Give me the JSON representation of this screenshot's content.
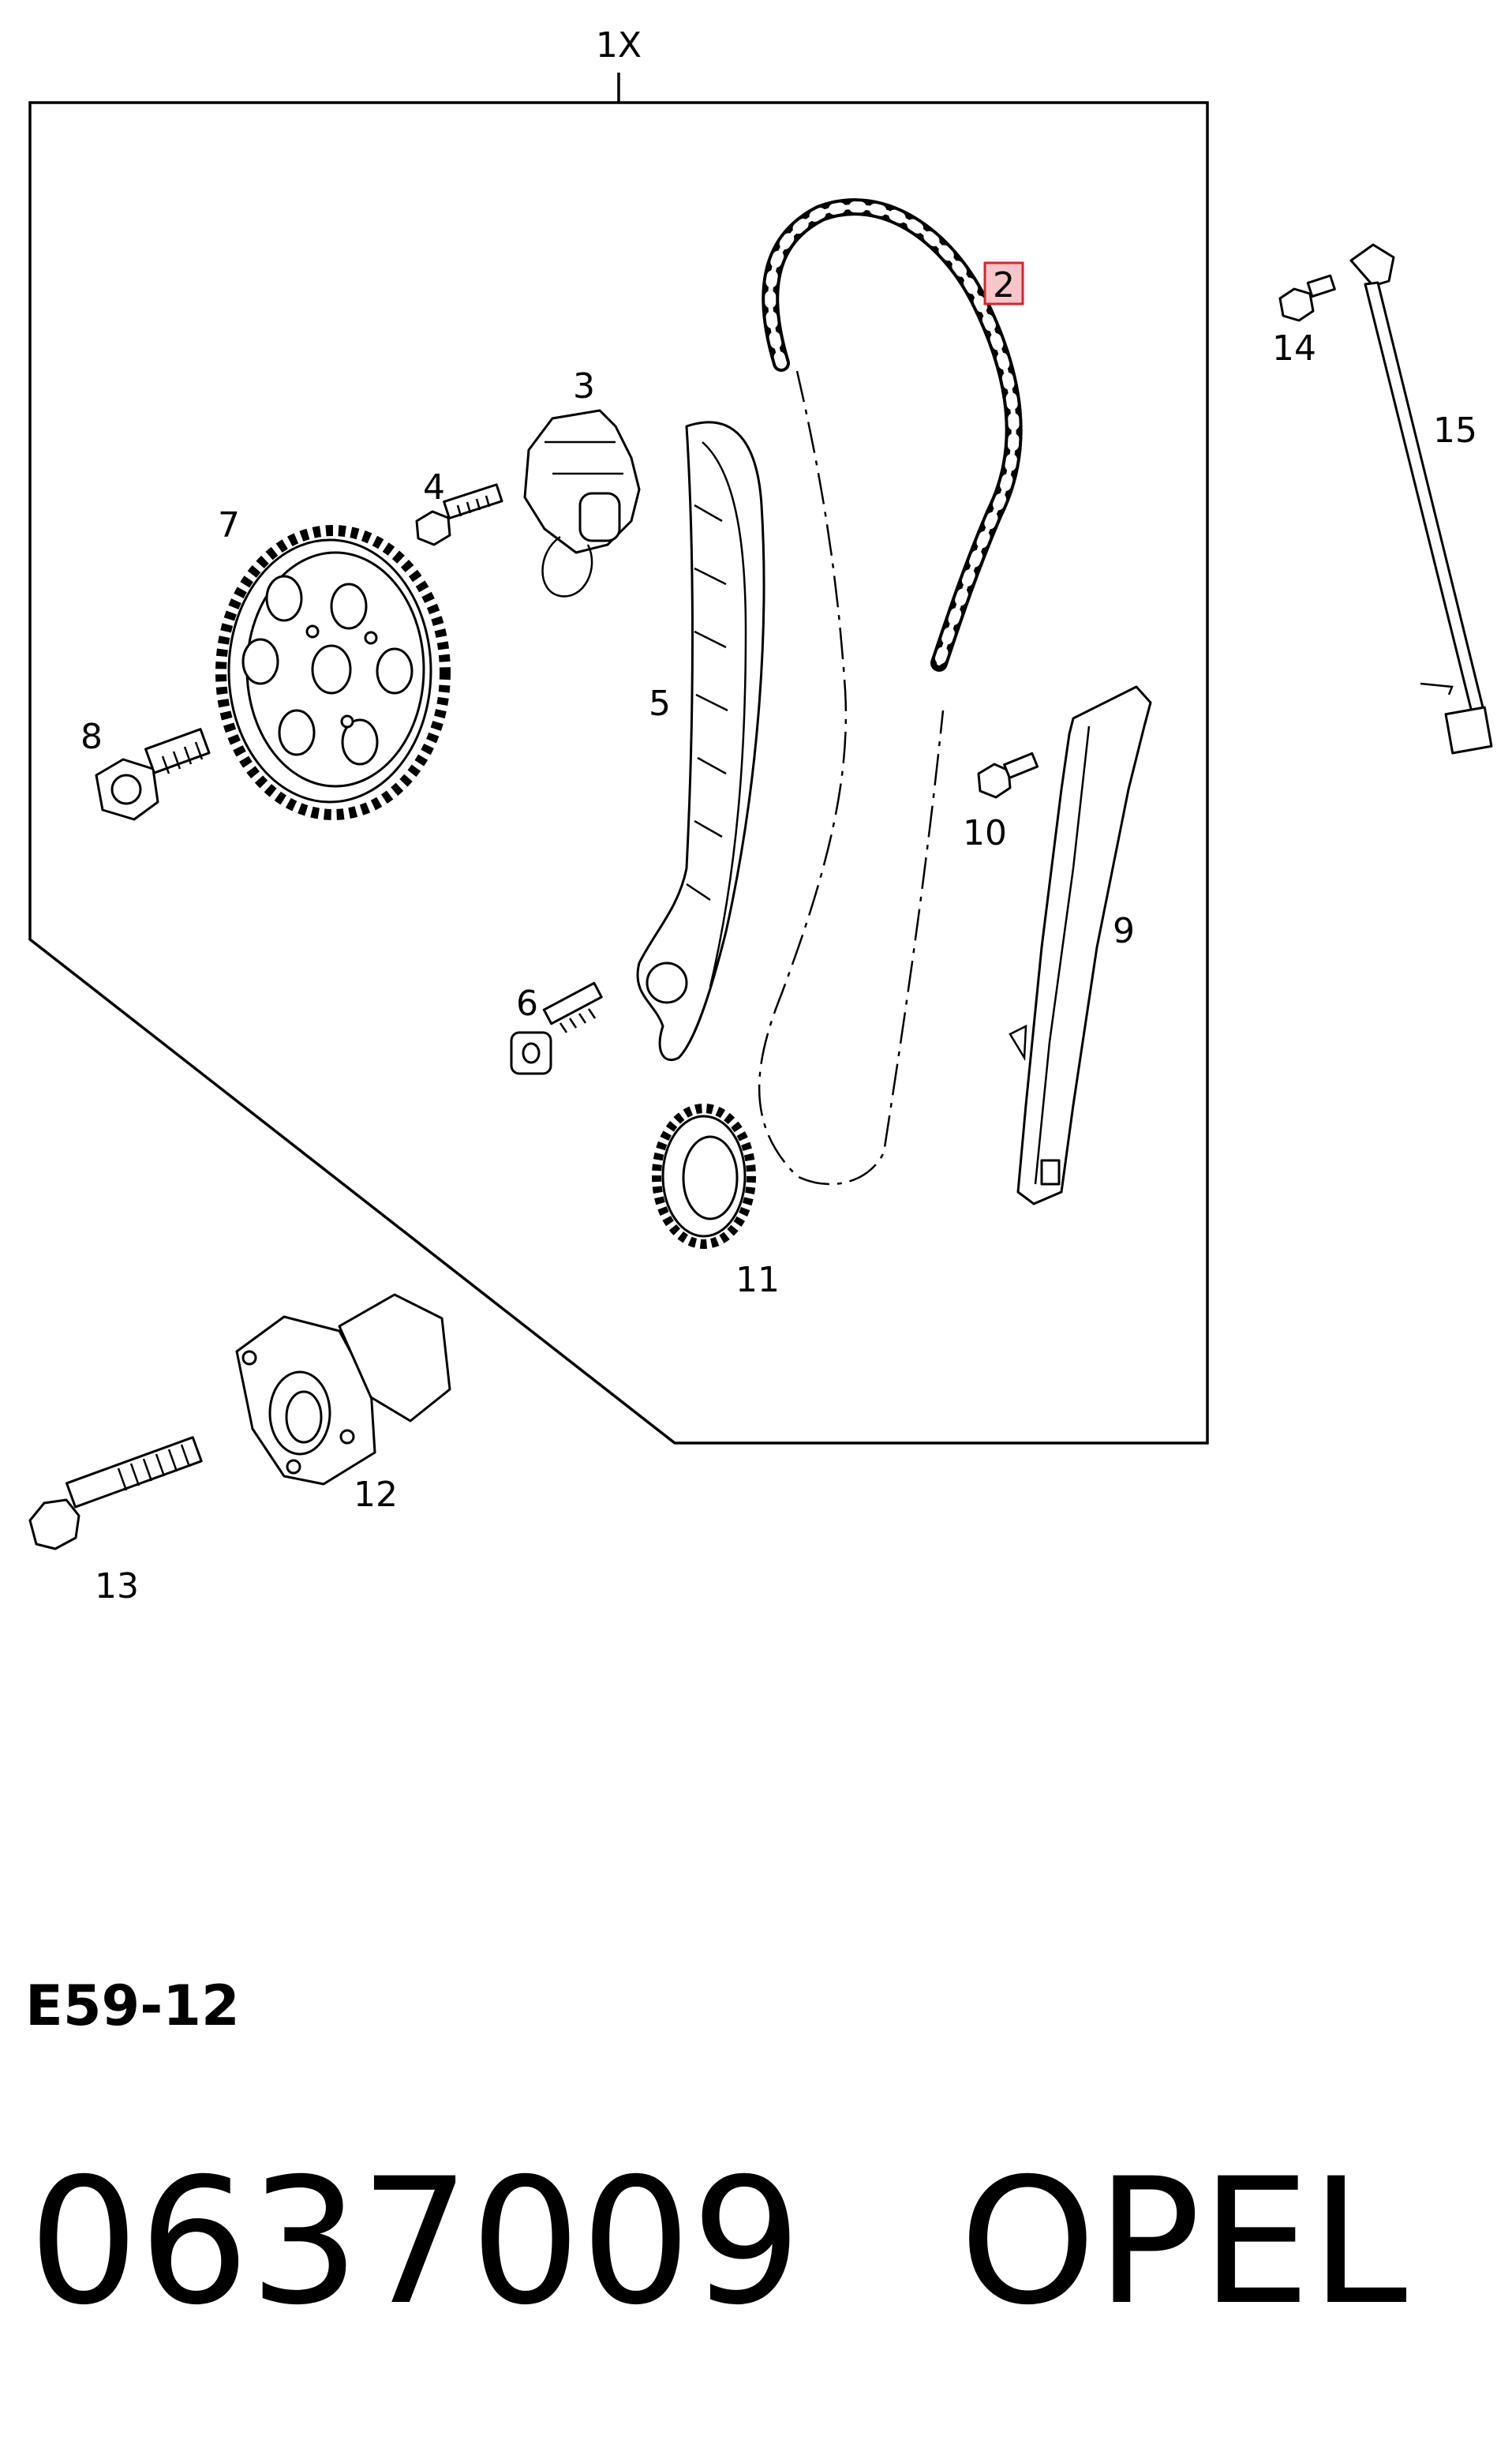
{
  "diagram": {
    "kit_label": "1X",
    "callouts": {
      "p2": "2",
      "p3": "3",
      "p4": "4",
      "p5": "5",
      "p6": "6",
      "p7": "7",
      "p8": "8",
      "p9": "9",
      "p10": "10",
      "p11": "11",
      "p12": "12",
      "p13": "13",
      "p14": "14",
      "p15": "15"
    },
    "highlighted_callout": "2",
    "highlight_color": "#d9232e"
  },
  "footer": {
    "diagram_code": "E59-12",
    "part_number": "0637009",
    "brand": "OPEL"
  }
}
